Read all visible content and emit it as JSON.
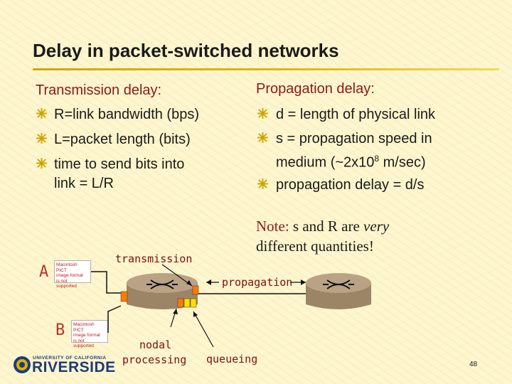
{
  "slide": {
    "title": "Delay in packet-switched networks",
    "page_number": "48"
  },
  "transmission": {
    "heading": "Transmission delay:",
    "bullets": [
      "R=link bandwidth (bps)",
      "L=packet length (bits)",
      "time to send bits into",
      "link = L/R"
    ]
  },
  "propagation": {
    "heading": "Propagation delay:",
    "bullets": [
      "d = length of physical link",
      "s = propagation speed in",
      "medium (~2x10",
      "8",
      " m/sec)",
      "propagation delay = d/s"
    ]
  },
  "note": {
    "lead": "Note:",
    "text_a": " s and R are ",
    "emphasis": "very",
    "text_b": "different quantities!"
  },
  "diagram": {
    "node_a": "A",
    "node_b": "B",
    "label_transmission": "transmission",
    "label_propagation": "propagation",
    "label_nodal_1": "nodal",
    "label_nodal_2": "processing",
    "label_queueing": "queueing",
    "placeholder_line1": "Macintosh PICT",
    "placeholder_line2": "image format",
    "placeholder_line3": "is not supported"
  },
  "logo": {
    "small_text": "UNIVERSITY OF CALIFORNIA",
    "big_text": "RIVERSIDE"
  },
  "colors": {
    "accent": "#8a1a1a",
    "bullet": "#c9a400",
    "router": "#b09a78",
    "packet_orange": "#ff7a00",
    "packet_yellow": "#ffdf00"
  }
}
